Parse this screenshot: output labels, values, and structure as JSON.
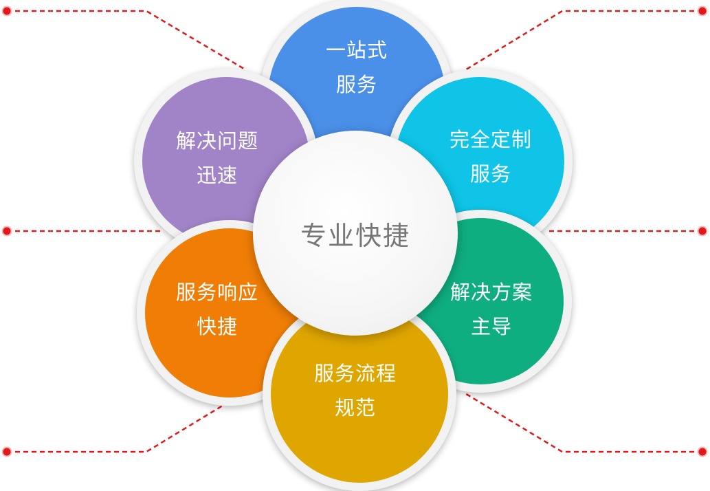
{
  "center": {
    "label": "专业快捷"
  },
  "petals": [
    {
      "id": "top",
      "line1": "一站式",
      "line2": "服务",
      "color": "#4a8fe8"
    },
    {
      "id": "upper-right",
      "line1": "完全定制",
      "line2": "服务",
      "color": "#0fc4e6"
    },
    {
      "id": "lower-right",
      "line1": "解决方案",
      "line2": "主导",
      "color": "#0fae80"
    },
    {
      "id": "bottom",
      "line1": "服务流程",
      "line2": "规范",
      "color": "#dfa600"
    },
    {
      "id": "lower-left",
      "line1": "服务响应",
      "line2": "快捷",
      "color": "#f07e06"
    },
    {
      "id": "upper-left",
      "line1": "解决问题",
      "line2": "迅速",
      "color": "#a184c8"
    }
  ],
  "connector_color": "#e01a1a"
}
